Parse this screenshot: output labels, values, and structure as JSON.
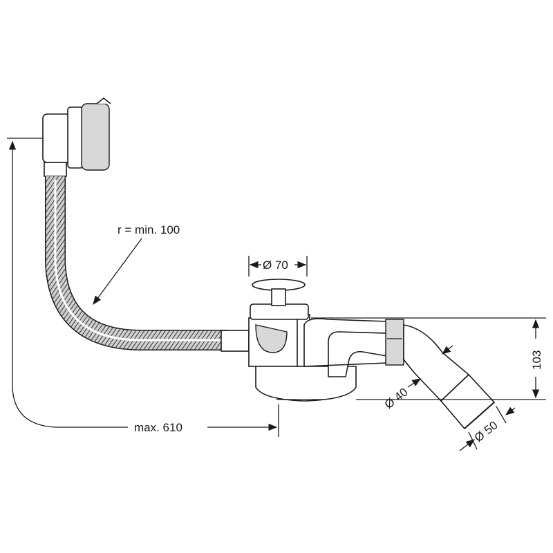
{
  "drawing": {
    "title": "Bath waste and overflow set – dimensional drawing",
    "labels": {
      "radius": "r = min. 100",
      "drain_diameter": "Ø 70",
      "height": "103",
      "outlet_inner_diameter": "Ø 40",
      "outlet_outer_diameter": "Ø 50",
      "max_length": "max. 610"
    },
    "colors": {
      "line": "#1a1a1a",
      "background": "#ffffff",
      "hose_fill": "#bdbdbd"
    }
  }
}
